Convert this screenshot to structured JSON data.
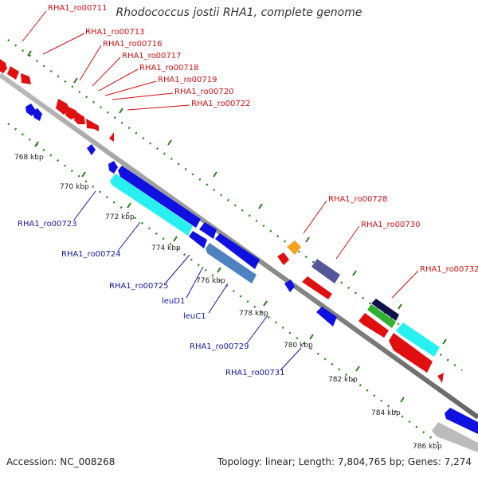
{
  "header": {
    "title": "Rhodococcus jostii RHA1, complete genome"
  },
  "footer": {
    "accession": "Accession: NC_008268",
    "summary": "Topology: linear; Length: 7,804,765 bp; Genes: 7,274"
  },
  "colors": {
    "backbone": "#888888",
    "forward_gene": "#e01010",
    "reverse_gene": "#1010e0",
    "label_forward": "#d01010",
    "label_reverse": "#1616a8",
    "tick": "#2a7a1a",
    "cyan": "#28f0f0",
    "steel": "#4f82c0",
    "orange": "#f8a020",
    "purple": "#55559a",
    "navy": "#10104c",
    "green": "#30b030",
    "gray": "#bbbbbb"
  },
  "scale": {
    "ticks": [
      {
        "label": "768 kbp"
      },
      {
        "label": "770 kbp"
      },
      {
        "label": "772 kbp"
      },
      {
        "label": "774 kbp"
      },
      {
        "label": "776 kbp"
      },
      {
        "label": "778 kbp"
      },
      {
        "label": "780 kbp"
      },
      {
        "label": "782 kbp"
      },
      {
        "label": "784 kbp"
      },
      {
        "label": "786 kbp"
      }
    ]
  },
  "gene_labels_forward": [
    {
      "text": "RHA1_ro00711"
    },
    {
      "text": "RHA1_ro00713"
    },
    {
      "text": "RHA1_ro00716"
    },
    {
      "text": "RHA1_ro00717"
    },
    {
      "text": "RHA1_ro00718"
    },
    {
      "text": "RHA1_ro00719"
    },
    {
      "text": "RHA1_ro00720"
    },
    {
      "text": "RHA1_ro00722"
    },
    {
      "text": "RHA1_ro00728"
    },
    {
      "text": "RHA1_ro00730"
    },
    {
      "text": "RHA1_ro00732"
    }
  ],
  "gene_labels_reverse": [
    {
      "text": "RHA1_ro00723"
    },
    {
      "text": "RHA1_ro00724"
    },
    {
      "text": "RHA1_ro00725"
    },
    {
      "text": "leuD1"
    },
    {
      "text": "leuC1"
    },
    {
      "text": "RHA1_ro00729"
    },
    {
      "text": "RHA1_ro00731"
    }
  ]
}
